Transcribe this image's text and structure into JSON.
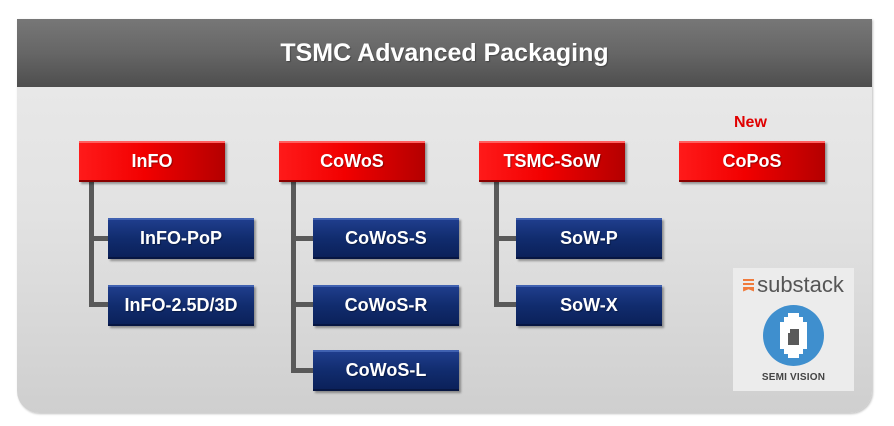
{
  "title": "TSMC Advanced Packaging",
  "colors": {
    "header": "#5e5e5e",
    "category_box": "#e60000",
    "variant_box": "#112c6e",
    "connector": "#595959",
    "new_label": "#e00000"
  },
  "categories": [
    {
      "label": "InFO",
      "children": [
        "InFO-PoP",
        "InFO-2.5D/3D"
      ]
    },
    {
      "label": "CoWoS",
      "children": [
        "CoWoS-S",
        "CoWoS-R",
        "CoWoS-L"
      ]
    },
    {
      "label": "TSMC-SoW",
      "children": [
        "SoW-P",
        "SoW-X"
      ]
    },
    {
      "label": "CoPoS",
      "badge": "New",
      "children": []
    }
  ],
  "logo": {
    "brand": "substack",
    "caption": "SEMI VISION"
  }
}
